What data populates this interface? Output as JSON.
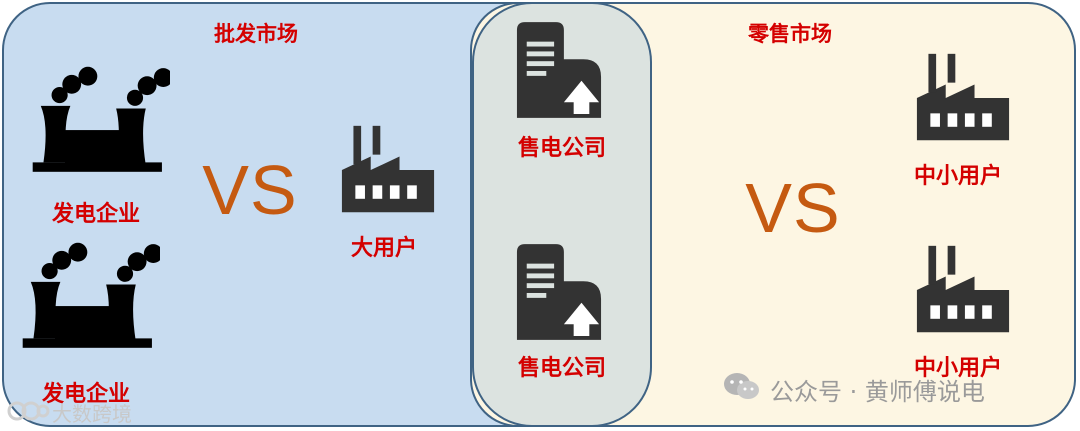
{
  "wholesale": {
    "title": "批发市场",
    "generator_top": "发电企业",
    "generator_bottom": "发电企业",
    "vs": "VS",
    "big_user": "大用户"
  },
  "overlap": {
    "retailer_top": "售电公司",
    "retailer_bottom": "售电公司"
  },
  "retail": {
    "title": "零售市场",
    "vs": "VS",
    "small_user_top": "中小用户",
    "small_user_bottom": "中小用户"
  },
  "watermarks": {
    "wechat": "公众号 · 黄师傅说电",
    "brand": "大数跨境"
  },
  "colors": {
    "wholesale_bg": "#c8dcf0",
    "retail_bg": "#fdf6e3",
    "overlap_bg": "#dce3e0",
    "border": "#3f6384",
    "label_red": "#d40000",
    "vs_orange": "#c55a11",
    "icon_dark": "#333333"
  },
  "icons": {
    "generator": "power-plant-icon",
    "user": "factory-icon",
    "retailer": "office-building-icon"
  }
}
